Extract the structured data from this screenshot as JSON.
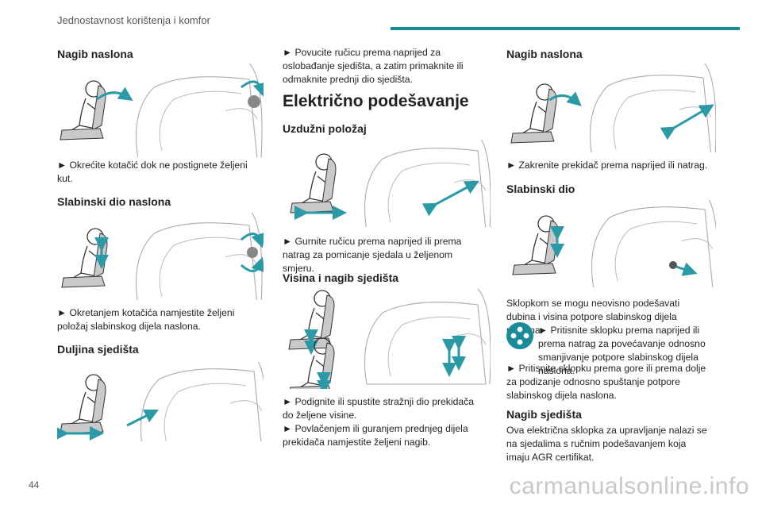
{
  "header": {
    "title": "Jednostavnost korištenja i komfor",
    "page_number": "44"
  },
  "watermark": "carmanualsonline.info",
  "colors": {
    "accent": "#1a8c99",
    "arrow": "#2a9aa6"
  },
  "col1": {
    "s1": {
      "heading": "Nagib naslona",
      "text": "► Okrećite kotačić dok ne postignete željeni kut."
    },
    "s2": {
      "heading": "Slabinski dio naslona",
      "text": "► Okretanjem kotačića namjestite željeni položaj slabinskog dijela naslona."
    },
    "s3": {
      "heading": "Duljina sjedišta"
    }
  },
  "col2": {
    "intro": "► Povucite ručicu prema naprijed za oslobađanje sjedišta, a zatim primaknite ili odmaknite prednji dio sjedišta.",
    "main_heading": "Električno podešavanje",
    "s1": {
      "heading": "Uzdužni položaj",
      "text": "► Gurnite ručicu prema naprijed ili prema natrag za pomicanje sjedala u željenom smjeru."
    },
    "s2": {
      "heading": "Visina i nagib sjedišta",
      "text1": "► Podignite ili spustite stražnji dio prekidača do željene visine.",
      "text2": "► Povlačenjem ili guranjem prednjeg dijela prekidača namjestite željeni nagib."
    }
  },
  "col3": {
    "s1": {
      "heading": "Nagib naslona",
      "text": "► Zakrenite prekidač prema naprijed ili natrag."
    },
    "s2": {
      "heading": "Slabinski dio",
      "text1": "Sklopkom se mogu neovisno podešavati dubina i visina potpore slabinskog dijela naslona.",
      "text2": "► Pritisnite sklopku prema naprijed ili prema natrag za povećavanje odnosno smanjivanje potpore slabinskog dijela naslona.",
      "text3": "► Pritisnite sklopku prema gore ili prema dolje za podizanje odnosno spuštanje potpore slabinskog dijela naslona."
    },
    "s3": {
      "heading": "Nagib sjedišta",
      "text": "Ova električna sklopka za upravljanje nalazi se na sjedalima s ručnim podešavanjem koja imaju AGR certifikat."
    }
  }
}
